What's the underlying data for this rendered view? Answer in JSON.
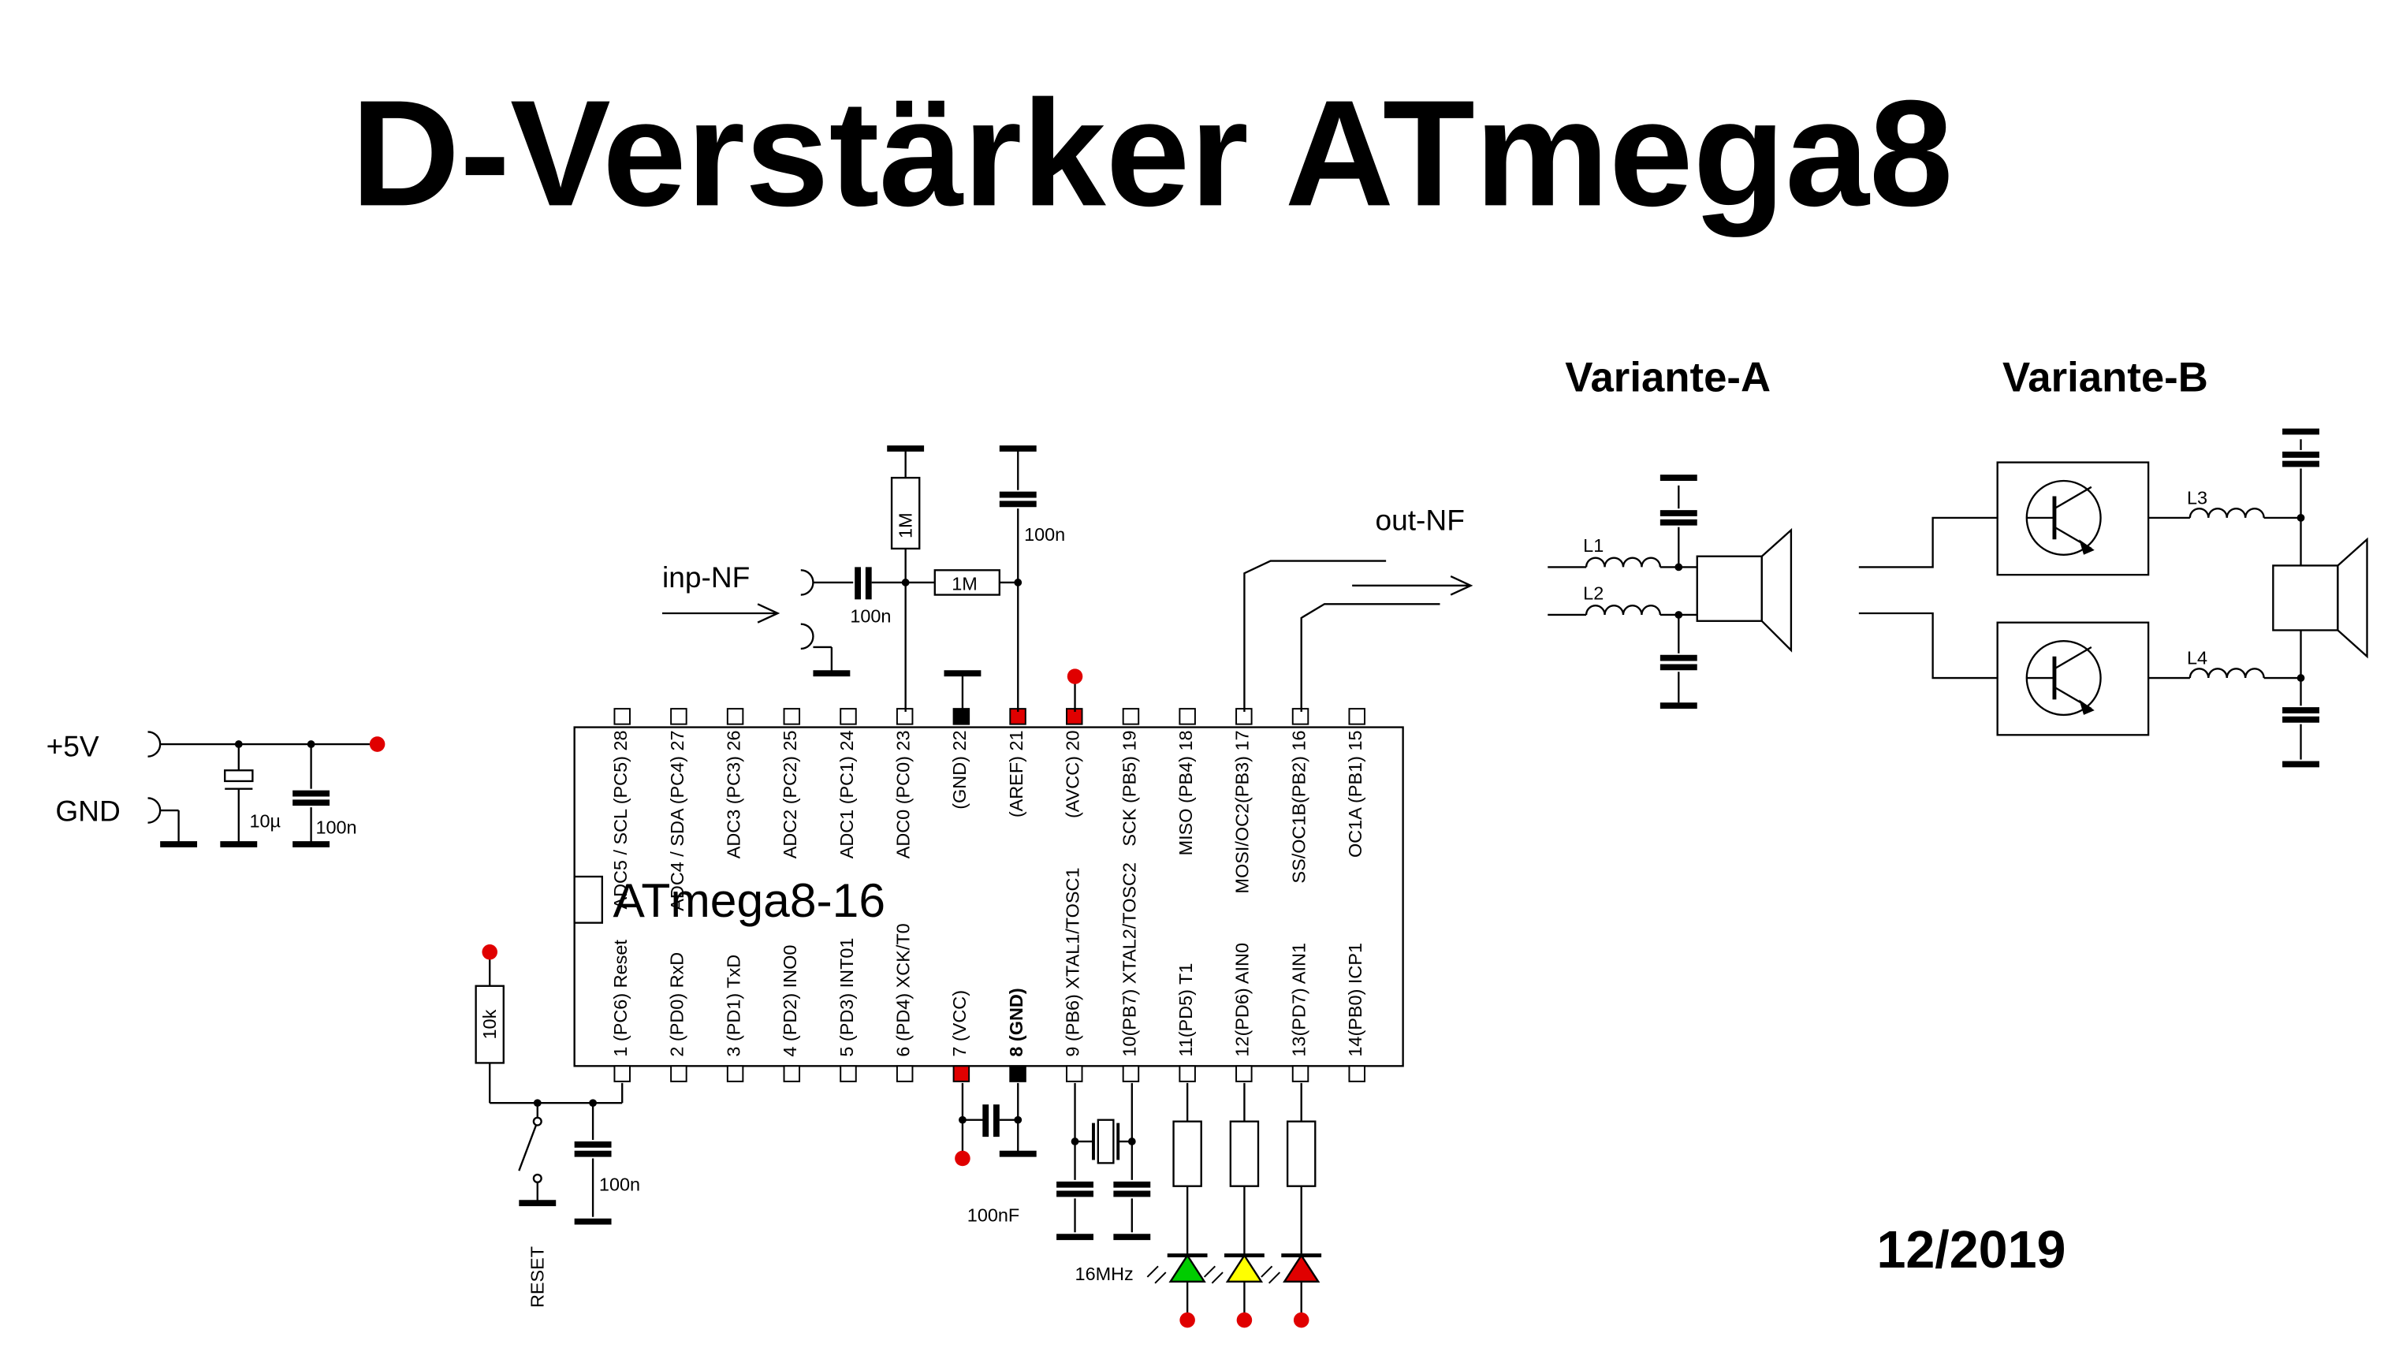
{
  "title": "D-Verstärker ATmega8",
  "date": "12/2019",
  "chip": {
    "name": "ATmega8-16",
    "top_pins": [
      "ADC5 / SCL (PC5) 28",
      "ADC4 / SDA (PC4) 27",
      "ADC3 (PC3) 26",
      "ADC2 (PC2) 25",
      "ADC1 (PC1) 24",
      "ADC0 (PC0) 23",
      "(GND) 22",
      "(AREF) 21",
      "(AVCC) 20",
      "SCK (PB5) 19",
      "MISO (PB4) 18",
      "MOSI/OC2(PB3) 17",
      "SS/OC1B(PB2) 16",
      "OC1A (PB1) 15"
    ],
    "bottom_pins": [
      "1 (PC6) Reset",
      "2 (PD0) RxD",
      "3 (PD1) TxD",
      "4 (PD2) INO0",
      "5 (PD3) INT01",
      "6 (PD4) XCK/T0",
      "7 (VCC)",
      "8 (GND)",
      "9 (PB6) XTAL1/TOSC1",
      "10(PB7) XTAL2/TOSC2",
      "11(PD5) T1",
      "12(PD6) AIN0",
      "13(PD7) AIN1",
      "14(PB0) ICP1"
    ]
  },
  "labels": {
    "plus5v": "+5V",
    "gnd": "GND",
    "c_10u": "10µ",
    "c_100n_supply": "100n",
    "inp_nf": "inp-NF",
    "c_100n_input": "100n",
    "r_1m_vertical": "1M",
    "r_1m_horizontal": "1M",
    "c_100n_aref": "100n",
    "out_nf": "out-NF",
    "variante_a": "Variante-A",
    "variante_b": "Variante-B",
    "l1": "L1",
    "l2": "L2",
    "l3": "L3",
    "l4": "L4",
    "r_10k": "10k",
    "reset": "RESET",
    "c_100n_reset": "100n",
    "c_100nf_vcc": "100nF",
    "crystal_16mhz": "16MHz"
  },
  "colors": {
    "line": "#000000",
    "power_dot": "#e00000",
    "led_green": "#00cc00",
    "led_yellow": "#ffff00",
    "led_red": "#e00000"
  }
}
